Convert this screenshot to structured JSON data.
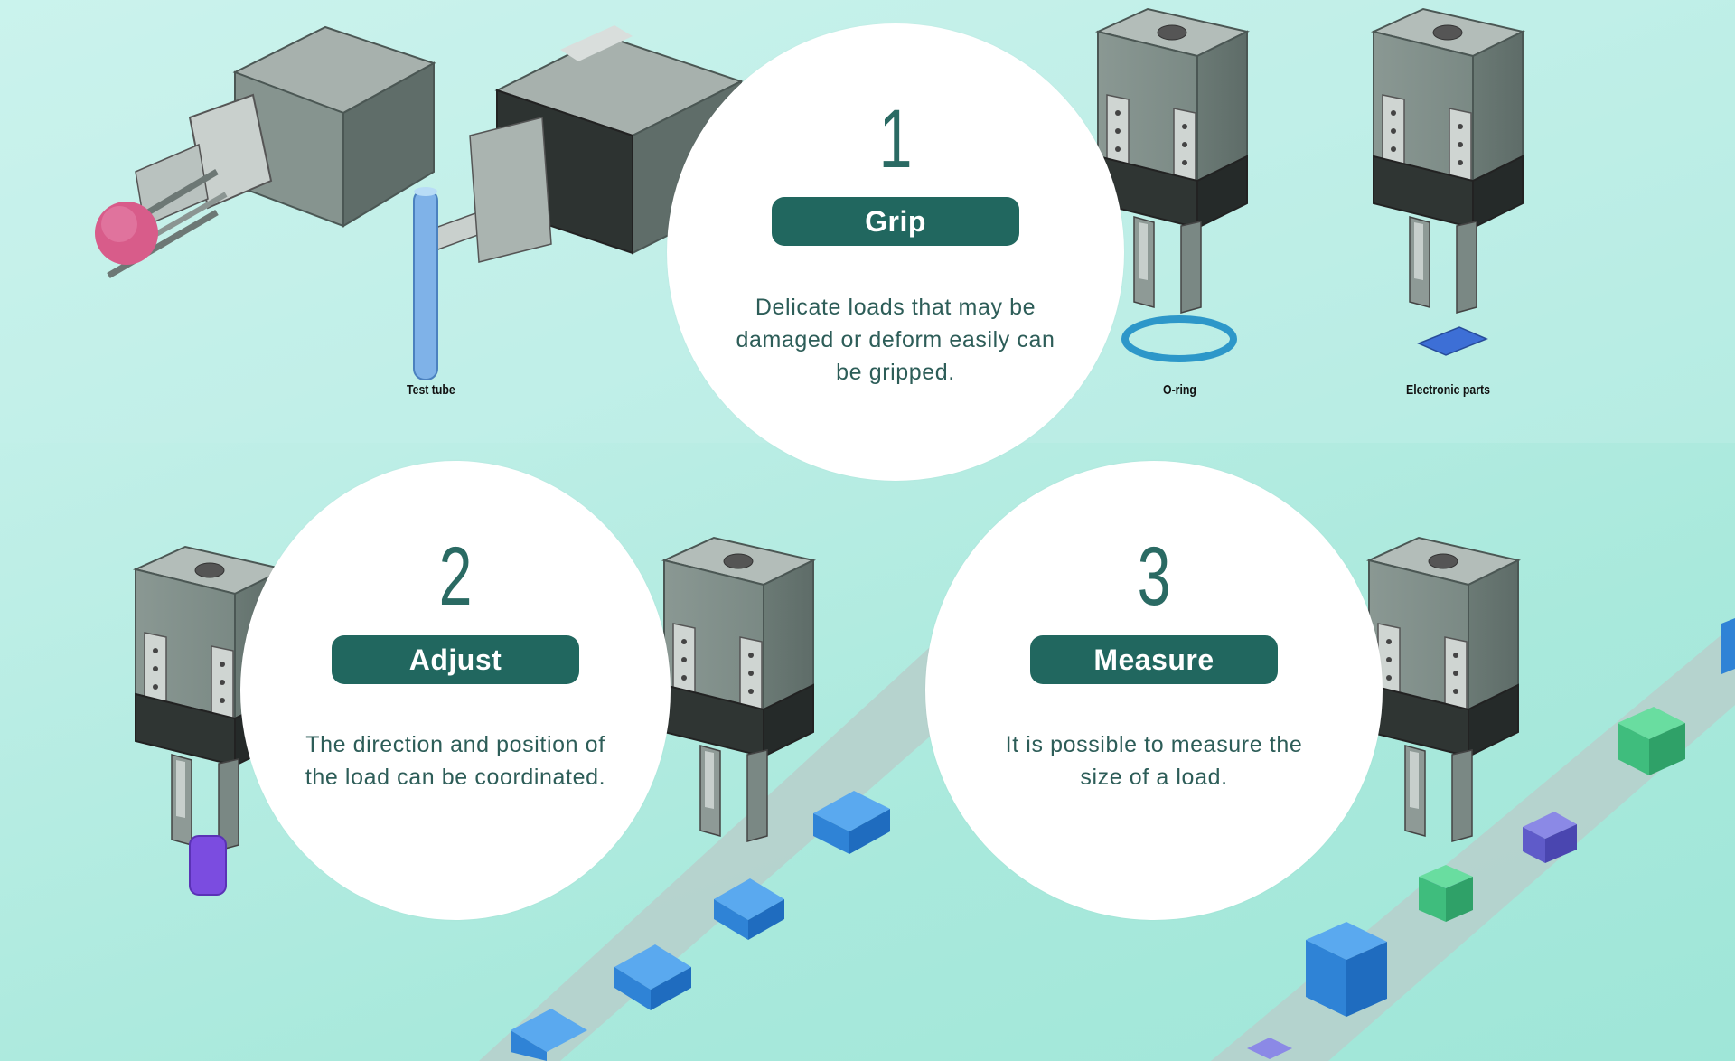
{
  "steps": [
    {
      "number": "1",
      "title": "Grip",
      "description": "Delicate loads that may be damaged or deform easily can be gripped."
    },
    {
      "number": "2",
      "title": "Adjust",
      "description": "The direction and position of the load can be coordinated."
    },
    {
      "number": "3",
      "title": "Measure",
      "description": "It is possible to measure the size of a load."
    }
  ],
  "captions": {
    "test_tube": "Test tube",
    "o_ring": "O-ring",
    "electronic_parts": "Electronic parts"
  },
  "colors": {
    "accent": "#21675f",
    "background": "#b5ece2",
    "text": "#2d5d58"
  }
}
